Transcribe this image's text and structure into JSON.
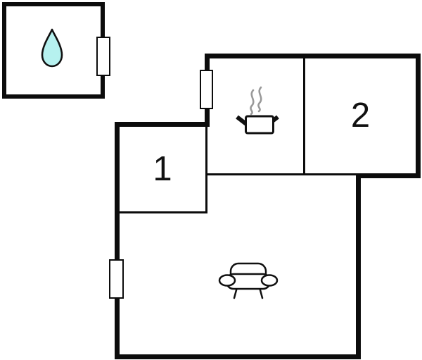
{
  "colors": {
    "wall": "#0c0c0c",
    "background": "#ffffff",
    "water_drop_fill": "#b6f1ef",
    "steam": "#999999",
    "icon_stroke": "#111111"
  },
  "rooms": {
    "room1": {
      "label": "1"
    },
    "room2": {
      "label": "2"
    }
  },
  "icons": [
    {
      "name": "water-drop-icon"
    },
    {
      "name": "cooking-pot-icon"
    },
    {
      "name": "sofa-icon"
    }
  ],
  "markers": [
    {
      "name": "door-marker-bathroom"
    },
    {
      "name": "door-marker-kitchen"
    },
    {
      "name": "door-marker-living-room"
    }
  ]
}
